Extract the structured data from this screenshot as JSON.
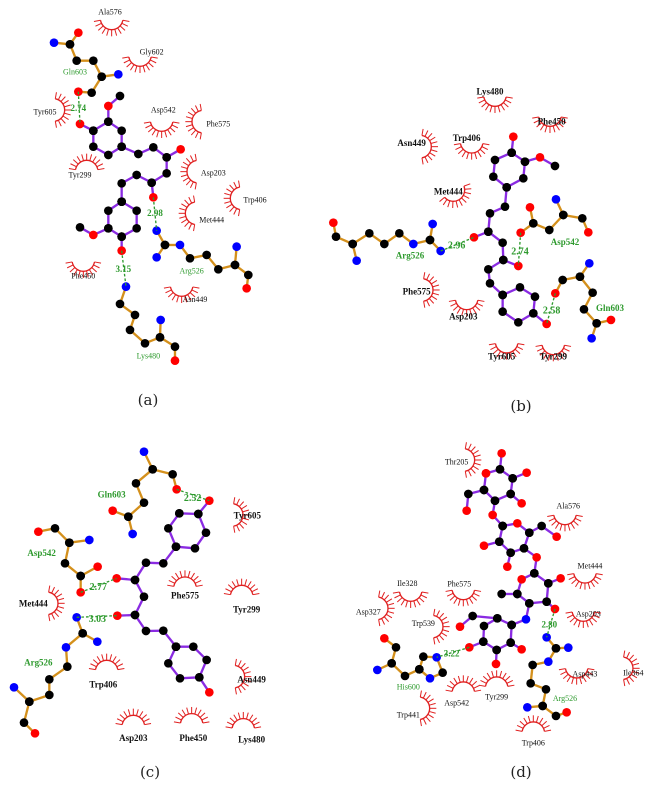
{
  "colors": {
    "ligand_bond": "#8a2be2",
    "residue_bond": "#d4901c",
    "carbon": "#000000",
    "oxygen": "#ff0000",
    "nitrogen": "#0000ff",
    "hbond": "#2e9a2e",
    "hydrophobic": "#e02020"
  },
  "panels": [
    {
      "caption": "(a)",
      "hydrophobic_residues": [
        "Ala576",
        "Gly602",
        "Tyr605",
        "Asp542",
        "Phe575",
        "Asp203",
        "Trp406",
        "Met444",
        "Tyr299",
        "Phe450",
        "Asn449"
      ],
      "hbond_residues": [
        "Gln603",
        "Arg526",
        "Lys480"
      ],
      "distances": [
        "2.74",
        "2.98",
        "3.15"
      ]
    },
    {
      "caption": "(b)",
      "hydrophobic_residues": [
        "Lys480",
        "Phe450",
        "Asn449",
        "Trp406",
        "Met444",
        "Phe575",
        "Asp203",
        "Tyr605",
        "Tyr299"
      ],
      "hbond_residues": [
        "Arg526",
        "Asp542",
        "Gln603"
      ],
      "distances": [
        "2.96",
        "2.74",
        "2.58"
      ]
    },
    {
      "caption": "(c)",
      "hydrophobic_residues": [
        "Tyr605",
        "Phe575",
        "Tyr299",
        "Met444",
        "Trp406",
        "Asn449",
        "Asp203",
        "Phe450",
        "Lys480"
      ],
      "hbond_residues": [
        "Gln603",
        "Asp542",
        "Arg526"
      ],
      "distances": [
        "2.52",
        "2.77",
        "3.03"
      ]
    },
    {
      "caption": "(d)",
      "hydrophobic_residues": [
        "Thr205",
        "Ala576",
        "Met444",
        "Ile328",
        "Phe575",
        "Asp327",
        "Trp539",
        "Asp203",
        "Asp443",
        "Ile364",
        "Asp542",
        "Tyr299",
        "Trp441",
        "Trp406"
      ],
      "hbond_residues": [
        "His600",
        "Arg526"
      ],
      "distances": [
        "3.22",
        "2.80"
      ]
    }
  ]
}
